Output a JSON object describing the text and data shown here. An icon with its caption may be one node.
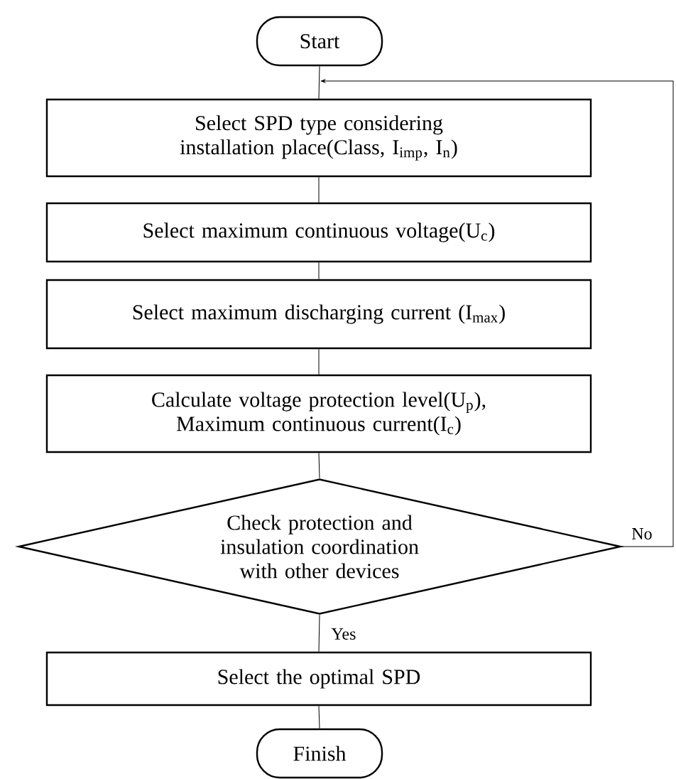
{
  "diagram": {
    "nodes": [
      {
        "text": [
          "Start"
        ]
      },
      {
        "text": [
          "Select SPD type considering installation place(Class, I$_{imp}$, I$_{n}$)"
        ]
      },
      {
        "text": [
          "Select maximum continuous voltage(U$_{c}$)"
        ]
      },
      {
        "text": [
          "Select maximum discharging current (I$_{max}$)"
        ]
      },
      {
        "text": [
          "Calculate voltage protection level(U$_{p}$), Maximum continuous current(I$_{c}$)"
        ]
      },
      {
        "text": [
          "Check protection and insulation coordination with other devices"
        ]
      },
      {
        "text": [
          "Select the optimal SPD"
        ]
      },
      {
        "text": [
          "Finish"
        ]
      }
    ],
    "edges": [
      {
        "from": 0,
        "to": 1,
        "arrow": "none"
      },
      {
        "from": 1,
        "to": 2,
        "arrow": "none"
      },
      {
        "from": 2,
        "to": 3,
        "arrow": "none"
      },
      {
        "from": 3,
        "to": 4,
        "arrow": "none"
      },
      {
        "from": 4,
        "to": 5,
        "arrow": "none"
      },
      {
        "from": 5,
        "to": 6,
        "arrow": "none",
        "label": "Yes"
      },
      {
        "from": 6,
        "to": 7,
        "arrow": "none"
      },
      {
        "from": 5,
        "to": 1,
        "arrow": "to",
        "label": "No"
      }
    ]
  }
}
